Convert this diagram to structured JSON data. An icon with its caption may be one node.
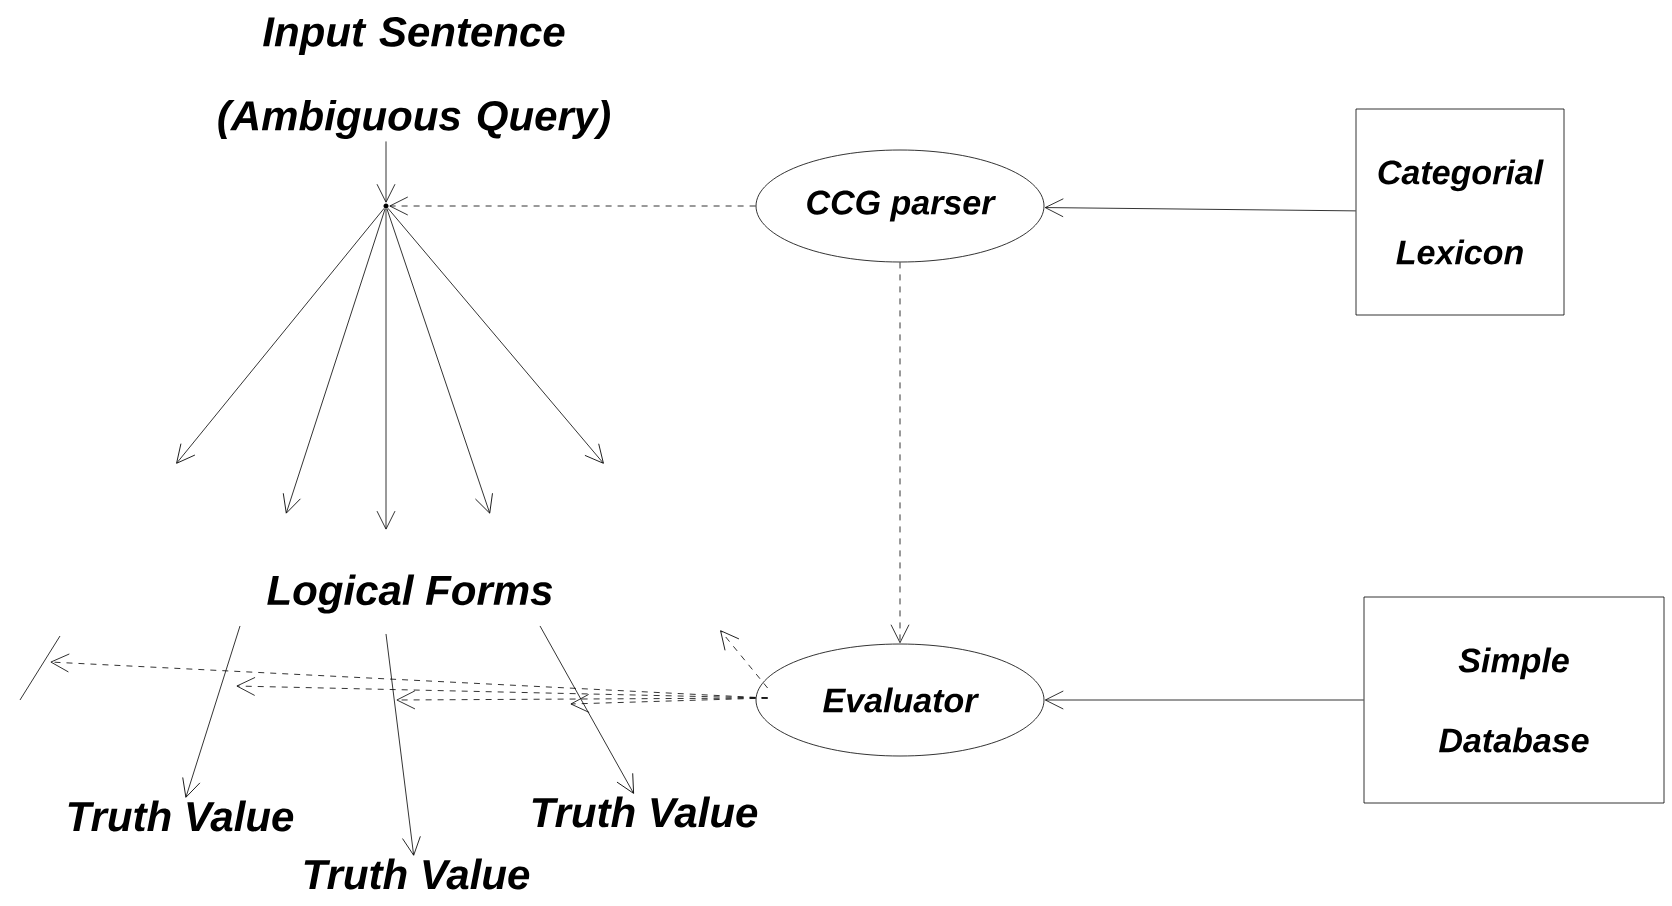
{
  "diagram": {
    "nodes": [
      {
        "text": [
          "Input Sentence (Ambiguous Query)"
        ]
      },
      {
        "text": [],
        "shape": "point"
      },
      {
        "text": [
          "CCG parser"
        ]
      },
      {
        "text": [
          "Categorial Lexicon"
        ]
      },
      {
        "text": [
          "Logical Forms"
        ]
      },
      {
        "text": [
          "Evaluator"
        ]
      },
      {
        "text": [
          "Simple Database"
        ]
      },
      {
        "text": [
          "Truth Value"
        ]
      },
      {
        "text": [
          "Truth Value"
        ]
      },
      {
        "text": [
          "Truth Value"
        ]
      }
    ],
    "edges": [
      {
        "from": 0,
        "to": 1,
        "arrow": "to"
      },
      {
        "from": 2,
        "to": 1,
        "arrow": "to",
        "style": "dashed"
      },
      {
        "from": 3,
        "to": 2,
        "arrow": "to"
      },
      {
        "from": 2,
        "to": 5,
        "arrow": "to",
        "style": "dashed"
      },
      {
        "from": 6,
        "to": 5,
        "arrow": "to"
      },
      {
        "from": 1,
        "to": null,
        "arrow": "to"
      },
      {
        "from": 1,
        "to": null,
        "arrow": "to"
      },
      {
        "from": 1,
        "to": null,
        "arrow": "to"
      },
      {
        "from": 1,
        "to": null,
        "arrow": "to"
      },
      {
        "from": 1,
        "to": null,
        "arrow": "to"
      },
      {
        "from": 5,
        "to": null,
        "arrow": "to",
        "style": "dashed"
      },
      {
        "from": 5,
        "to": null,
        "arrow": "to",
        "style": "dashed"
      },
      {
        "from": 5,
        "to": null,
        "arrow": "to",
        "style": "dashed"
      },
      {
        "from": 5,
        "to": null,
        "arrow": "to",
        "style": "dashed"
      },
      {
        "from": 5,
        "to": null,
        "arrow": "to",
        "style": "dashed"
      },
      {
        "from": 4,
        "to": 7,
        "arrow": "to"
      },
      {
        "from": 4,
        "to": 8,
        "arrow": "to"
      },
      {
        "from": 4,
        "to": 9,
        "arrow": "to"
      }
    ]
  }
}
